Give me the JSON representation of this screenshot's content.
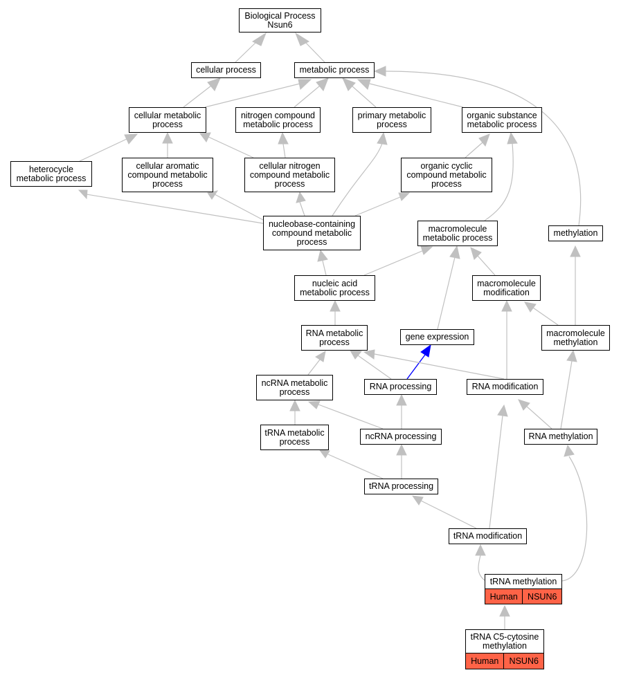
{
  "nodes": {
    "biological_process": "Biological Process\nNsun6",
    "cellular_process": "cellular process",
    "metabolic_process": "metabolic process",
    "cellular_metabolic_process": "cellular metabolic\nprocess",
    "nitrogen_compound_metabolic_process": "nitrogen compound\nmetabolic process",
    "primary_metabolic_process": "primary metabolic\nprocess",
    "organic_substance_metabolic_process": "organic substance\nmetabolic process",
    "heterocycle_metabolic_process": "heterocycle\nmetabolic process",
    "cellular_aromatic_compound_metabolic_process": "cellular aromatic\ncompound metabolic\nprocess",
    "cellular_nitrogen_compound_metabolic_process": "cellular nitrogen\ncompound metabolic\nprocess",
    "organic_cyclic_compound_metabolic_process": "organic cyclic\ncompound metabolic\nprocess",
    "nucleobase_containing_compound_metabolic_process": "nucleobase-containing\ncompound metabolic\nprocess",
    "macromolecule_metabolic_process": "macromolecule\nmetabolic process",
    "methylation": "methylation",
    "nucleic_acid_metabolic_process": "nucleic acid\nmetabolic process",
    "macromolecule_modification": "macromolecule\nmodification",
    "rna_metabolic_process": "RNA metabolic\nprocess",
    "gene_expression": "gene expression",
    "macromolecule_methylation": "macromolecule\nmethylation",
    "ncrna_metabolic_process": "ncRNA metabolic\nprocess",
    "rna_processing": "RNA processing",
    "rna_modification": "RNA modification",
    "trna_metabolic_process": "tRNA metabolic\nprocess",
    "ncrna_processing": "ncRNA processing",
    "rna_methylation": "RNA methylation",
    "trna_processing": "tRNA processing",
    "trna_modification": "tRNA modification",
    "trna_methylation": "tRNA methylation",
    "trna_c5_cytosine_methylation": "tRNA C5-cytosine\nmethylation"
  },
  "annotations": {
    "trna_methylation": {
      "species": "Human",
      "gene": "NSUN6"
    },
    "trna_c5_cytosine_methylation": {
      "species": "Human",
      "gene": "NSUN6"
    }
  },
  "colors": {
    "edge": "#c0c0c0",
    "highlight_edge": "#0000ff",
    "annotation_fill": "#ff6347"
  }
}
